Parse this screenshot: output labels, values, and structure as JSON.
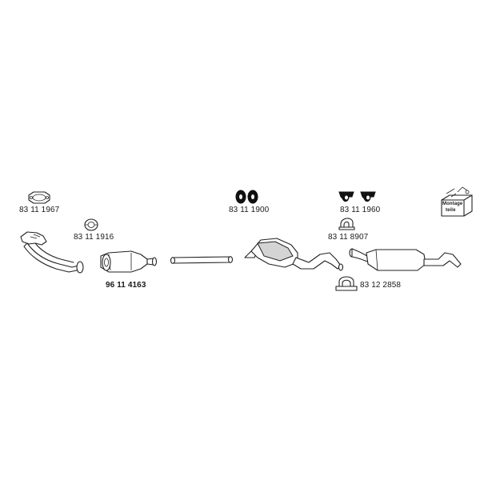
{
  "parts": [
    {
      "id": "gasket",
      "part_no": "83 11 1967",
      "icon": "gasket-icon"
    },
    {
      "id": "ring-seal",
      "part_no": "83 11 1916",
      "icon": "ring-seal-icon"
    },
    {
      "id": "exhaust-manifold-pipe",
      "part_no": "",
      "icon": "manifold-pipe-icon"
    },
    {
      "id": "catalytic-converter",
      "part_no": "96 11 4163",
      "icon": "catalytic-converter-icon"
    },
    {
      "id": "middle-pipe",
      "part_no": "",
      "icon": "straight-pipe-icon"
    },
    {
      "id": "rubber-hangers",
      "part_no": "83 11 1900",
      "icon": "rubber-hanger-icon"
    },
    {
      "id": "middle-silencer",
      "part_no": "",
      "icon": "middle-silencer-icon"
    },
    {
      "id": "hanger-brackets",
      "part_no": "83 11 1960",
      "icon": "hanger-bracket-icon"
    },
    {
      "id": "pipe-clamp",
      "part_no": "83 11 8907",
      "icon": "pipe-clamp-icon"
    },
    {
      "id": "rear-silencer",
      "part_no": "",
      "icon": "rear-silencer-icon"
    },
    {
      "id": "u-bolt-clamp",
      "part_no": "83 12 2858",
      "icon": "u-bolt-clamp-icon"
    },
    {
      "id": "mounting-kit",
      "part_no": "",
      "icon": "mounting-kit-icon",
      "box_label_1": "Montage",
      "box_label_2": "teile"
    }
  ]
}
